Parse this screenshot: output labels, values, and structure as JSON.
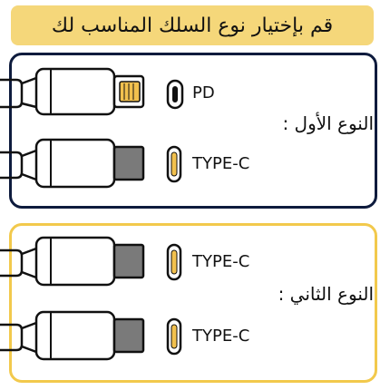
{
  "title": "قم بإختيار نوع السلك المناسب لك",
  "sections": [
    {
      "label": "النوع الأول :",
      "connectors": [
        {
          "type": "lightning",
          "icon": "lightning-port-icon",
          "label": "PD"
        },
        {
          "type": "usb-c",
          "icon": "usb-c-port-icon",
          "label": "TYPE-C"
        }
      ]
    },
    {
      "label": "النوع الثاني :",
      "connectors": [
        {
          "type": "usb-c",
          "icon": "usb-c-port-icon",
          "label": "TYPE-C"
        },
        {
          "type": "usb-c",
          "icon": "usb-c-port-icon",
          "label": "TYPE-C"
        }
      ]
    }
  ],
  "colors": {
    "banner": "#f5d77a",
    "box_one_border": "#0e1b3d",
    "box_two_border": "#f2c94c",
    "lightning_tip": "#f2c14e",
    "usbc_tip": "#7a7a7a"
  }
}
